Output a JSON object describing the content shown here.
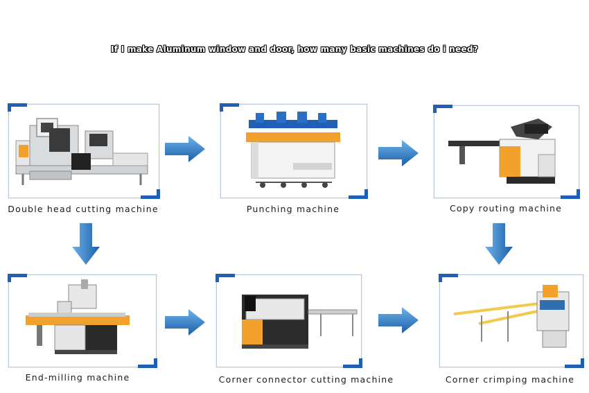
{
  "title": "If I make Aluminum window and door, how many basic machines do i need?",
  "machines": [
    {
      "label": "Double head cutting machine",
      "icon": "double-head-cutting-machine-image"
    },
    {
      "label": "Punching machine",
      "icon": "punching-machine-image"
    },
    {
      "label": "Copy routing machine",
      "icon": "copy-routing-machine-image"
    },
    {
      "label": "End-milling machine",
      "icon": "end-milling-machine-image"
    },
    {
      "label": "Corner connector cutting machine",
      "icon": "corner-connector-cutting-machine-image"
    },
    {
      "label": "Corner crimping machine",
      "icon": "corner-crimping-machine-image"
    }
  ],
  "colors": {
    "arrow": "#2f7fd0",
    "arrow_dark": "#1b5fa8",
    "card_accent": "#1f5fb5"
  }
}
